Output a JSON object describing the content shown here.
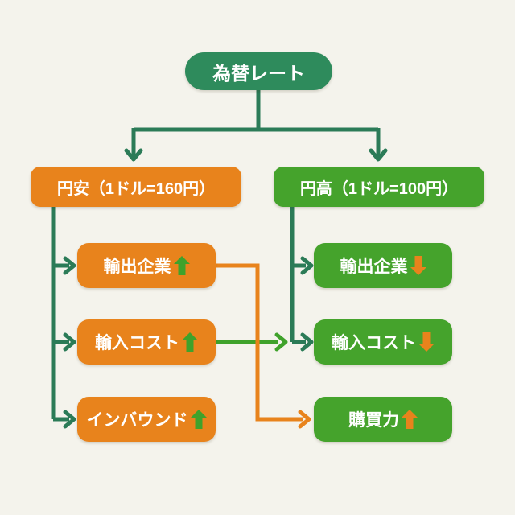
{
  "title": {
    "label": "為替レート"
  },
  "colors": {
    "bg": "#f4f3ec",
    "teal": "#2b7b57",
    "darkgreen": "#2e8b5c",
    "green": "#45a32c",
    "green-line": "#3fa22b",
    "orange": "#e8831c",
    "text": "#ffffff"
  },
  "branches": {
    "weak_yen": {
      "label": "円安（1ドル=160円）",
      "items": [
        {
          "label": "輸出企業",
          "trend": "up",
          "trend_color": "green"
        },
        {
          "label": "輸入コスト",
          "trend": "up",
          "trend_color": "green"
        },
        {
          "label": "インバウンド",
          "trend": "up",
          "trend_color": "green"
        }
      ]
    },
    "strong_yen": {
      "label": "円高（1ドル=100円）",
      "items": [
        {
          "label": "輸出企業",
          "trend": "down",
          "trend_color": "orange"
        },
        {
          "label": "輸入コスト",
          "trend": "down",
          "trend_color": "orange"
        },
        {
          "label": "購買力",
          "trend": "up",
          "trend_color": "orange"
        }
      ]
    }
  },
  "edges": [
    {
      "from": "exchange-rate",
      "to": "weak-yen",
      "color": "teal"
    },
    {
      "from": "exchange-rate",
      "to": "strong-yen",
      "color": "teal"
    },
    {
      "from": "weak-yen",
      "to": "export-companies-left",
      "color": "teal"
    },
    {
      "from": "weak-yen",
      "to": "import-costs-left",
      "color": "teal"
    },
    {
      "from": "weak-yen",
      "to": "inbound-left",
      "color": "teal"
    },
    {
      "from": "strong-yen",
      "to": "export-companies-right",
      "color": "teal"
    },
    {
      "from": "strong-yen",
      "to": "import-costs-right",
      "color": "teal"
    },
    {
      "from": "export-companies-left",
      "to": "purchasing-power-right",
      "color": "orange"
    },
    {
      "from": "import-costs-left",
      "to": "import-costs-right",
      "color": "green"
    }
  ]
}
